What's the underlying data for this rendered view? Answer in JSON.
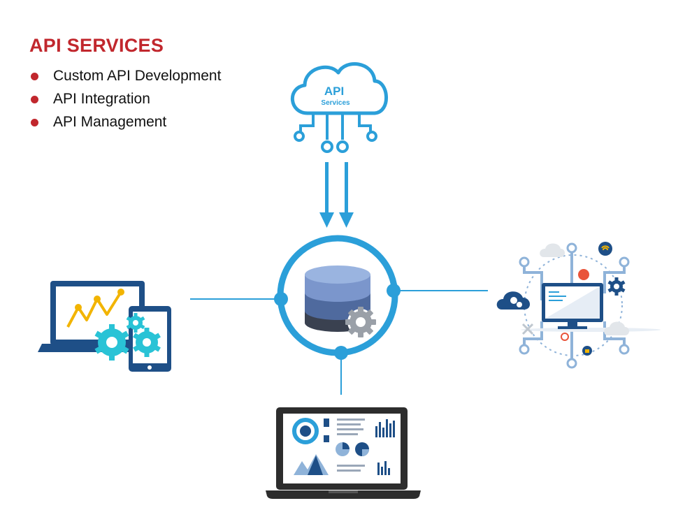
{
  "title": "API SERVICES",
  "services": [
    {
      "label": "Custom API Development"
    },
    {
      "label": "API Integration"
    },
    {
      "label": "API Management"
    }
  ],
  "cloud": {
    "title": "API",
    "subtitle": "Services"
  },
  "colors": {
    "accent_red": "#c1272d",
    "brand_blue": "#2b9fd9",
    "navy": "#1e4f87",
    "teal": "#29c3d6",
    "dark": "#2d2d2d"
  }
}
